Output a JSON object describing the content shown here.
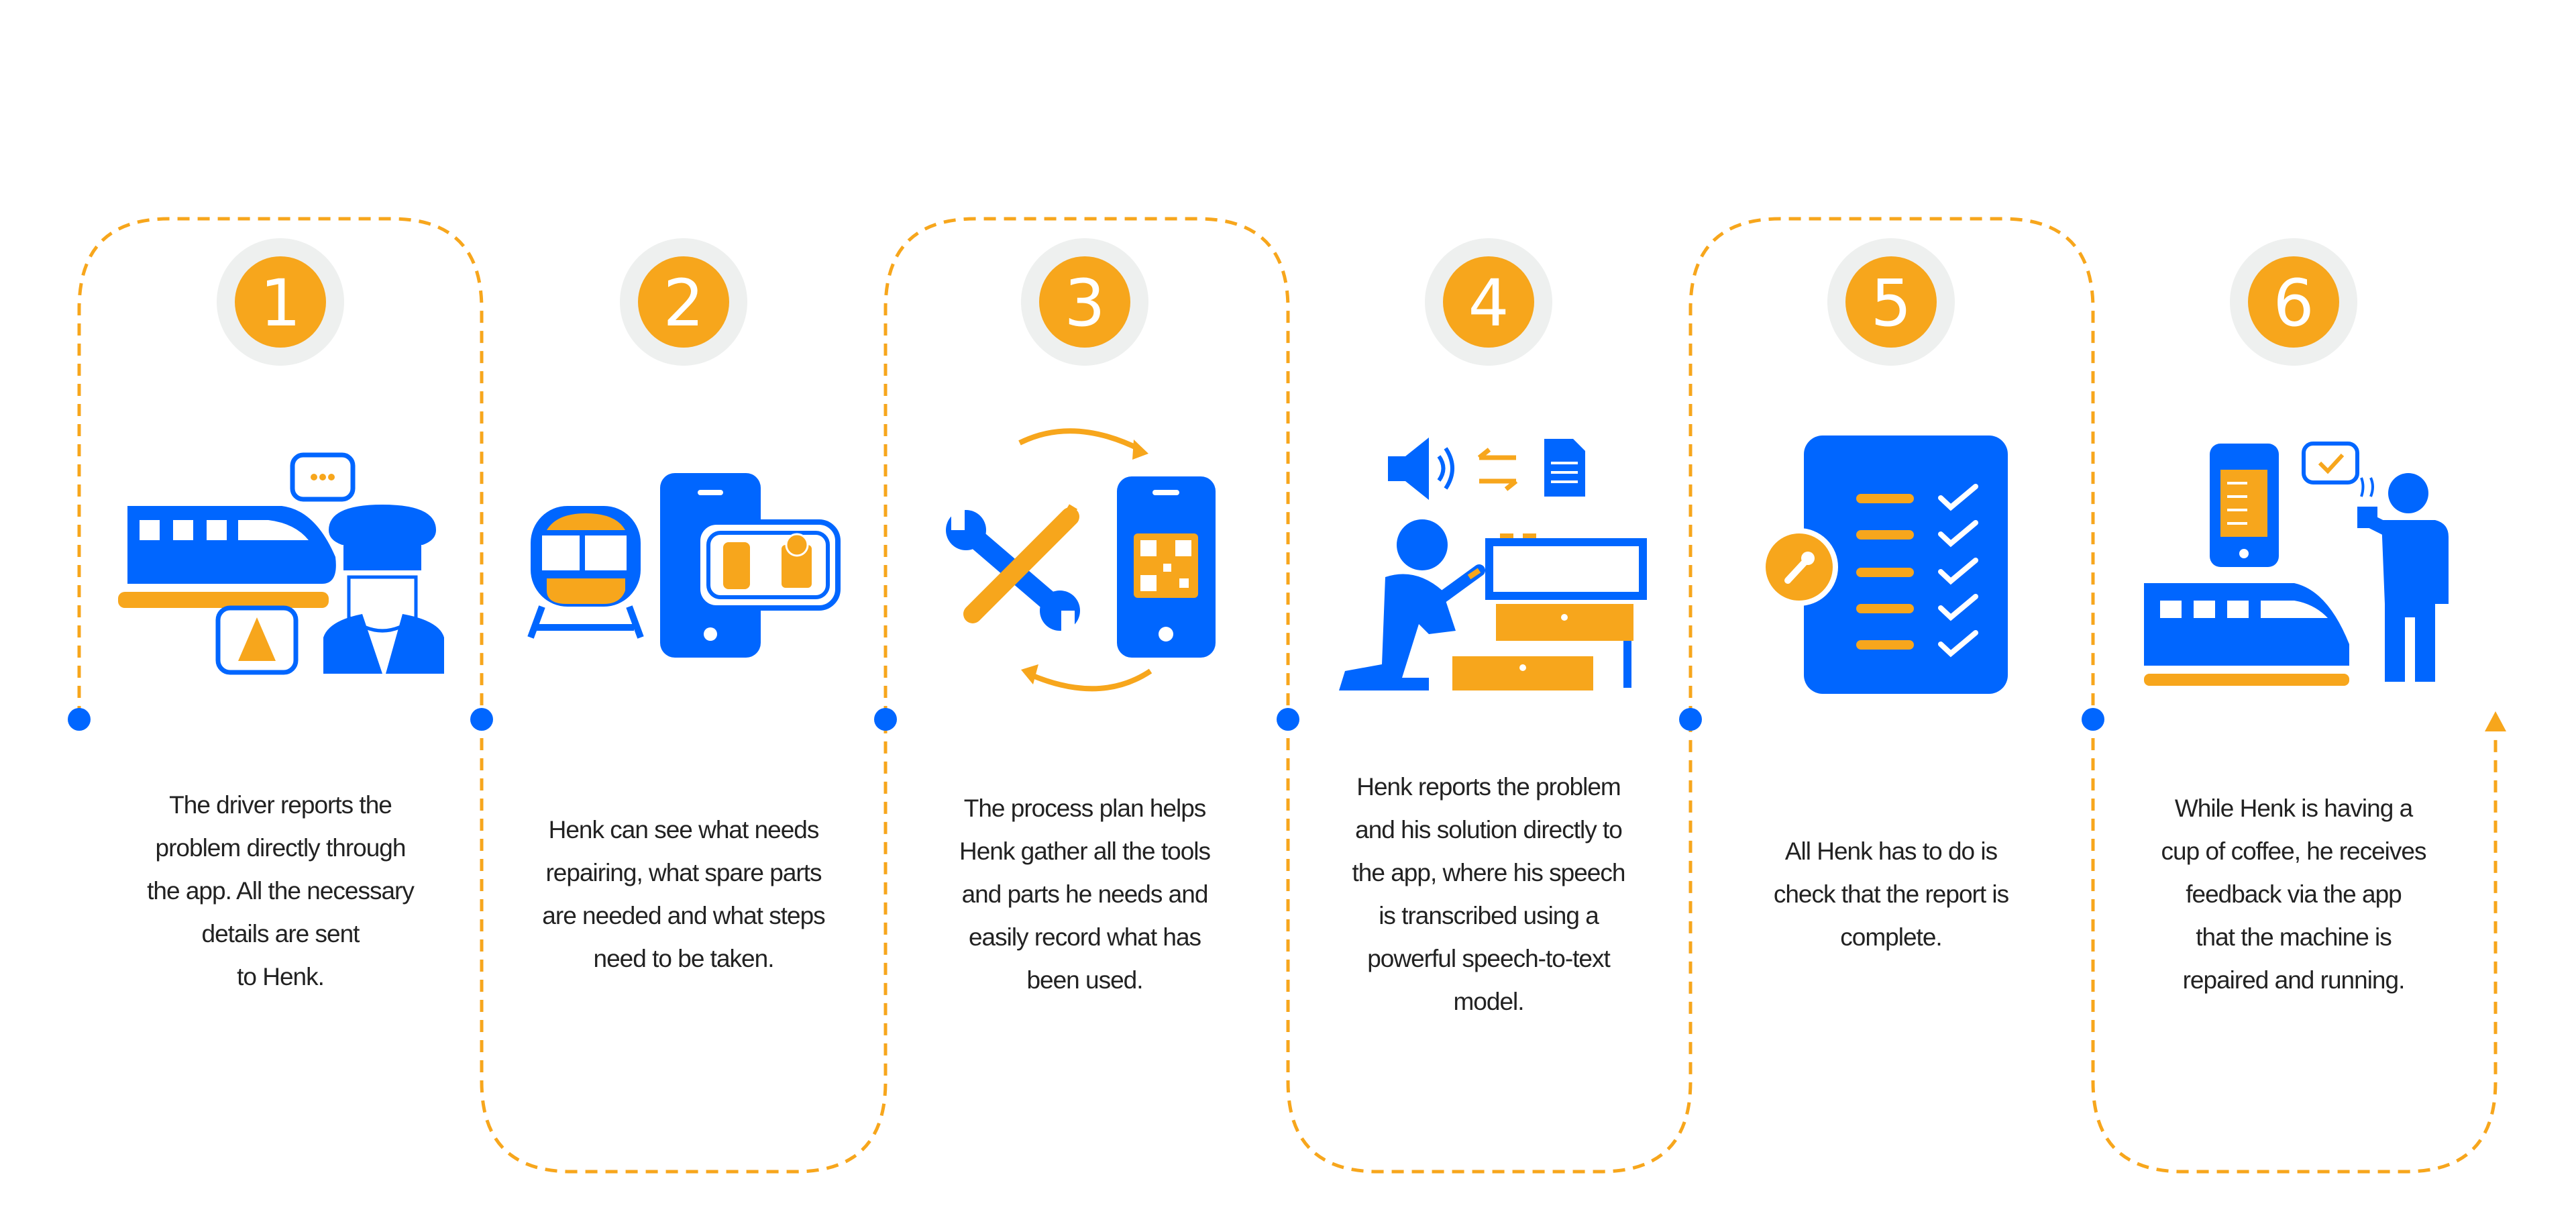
{
  "colors": {
    "blue": "#0066ff",
    "orange": "#f7a61c",
    "badge_ring": "#eef0ef",
    "text": "#222222"
  },
  "steps": [
    {
      "number": "1",
      "icon": "train-driver-report-icon",
      "lines": [
        "The driver reports the",
        "problem directly through",
        "the app. All the necessary",
        "details are sent",
        "to Henk."
      ]
    },
    {
      "number": "2",
      "icon": "train-phone-repair-card-icon",
      "lines": [
        "Henk can see what needs",
        "repairing, what spare parts",
        "are needed and what steps",
        "need to be taken."
      ]
    },
    {
      "number": "3",
      "icon": "tools-qr-phone-icon",
      "lines": [
        "The process plan helps",
        "Henk gather all the tools",
        "and parts he needs and",
        "easily record what has",
        "been used."
      ]
    },
    {
      "number": "4",
      "icon": "speech-to-text-mechanic-icon",
      "lines": [
        "Henk reports the problem",
        "and his solution directly to",
        "the app, where his speech",
        "is transcribed using a",
        "powerful speech-to-text",
        "model."
      ]
    },
    {
      "number": "5",
      "icon": "checklist-report-icon",
      "lines": [
        "All Henk has to do is",
        "check that the report is",
        "complete."
      ]
    },
    {
      "number": "6",
      "icon": "coffee-feedback-icon",
      "lines": [
        "While Henk is having a",
        "cup of coffee, he receives",
        "feedback via the  app",
        "that the  machine is",
        "repaired and running."
      ]
    }
  ]
}
